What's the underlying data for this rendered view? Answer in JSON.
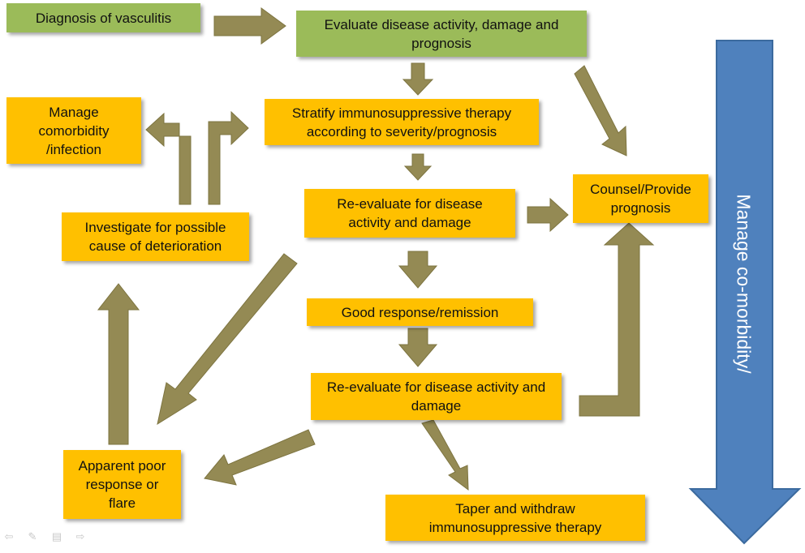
{
  "nodes": {
    "diagnosis": "Diagnosis of vasculitis",
    "evaluate": "Evaluate disease activity, damage and prognosis",
    "stratify": "Stratify immunosuppressive therapy according to severity/prognosis",
    "manage_comorbidity": "Manage comorbidity /infection",
    "reevaluate_1": "Re-evaluate for disease activity and damage",
    "counsel": "Counsel/Provide prognosis",
    "investigate": "Investigate for possible cause of deterioration",
    "good_response": "Good response/remission",
    "reevaluate_2": "Re-evaluate for disease activity and damage",
    "poor_response": "Apparent poor response or flare",
    "taper": "Taper and withdraw immunosuppressive therapy"
  },
  "side_arrow_label": "Manage co-morbidity/",
  "colors": {
    "green_box": "#9bbb59",
    "orange_box": "#ffc000",
    "arrow": "#948a54",
    "blue_arrow": "#4f81bd"
  },
  "icons": [
    "prev-icon",
    "pen-icon",
    "menu-icon",
    "next-icon"
  ]
}
